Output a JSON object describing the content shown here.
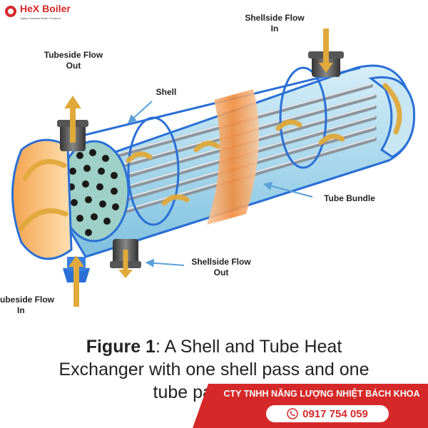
{
  "brand": {
    "name": "HeX Boiler",
    "tagline": "Highly Essential Boiler Solutions"
  },
  "labels": {
    "shellside_in": [
      "Shellside Flow",
      "In"
    ],
    "tubeside_out": [
      "Tubeside Flow",
      "Out"
    ],
    "shell": "Shell",
    "tube_bundle": "Tube Bundle",
    "shellside_out": [
      "Shellside Flow",
      "Out"
    ],
    "tubeside_in": [
      "ubeside Flow",
      "In"
    ]
  },
  "caption": {
    "bold": "Figure 1",
    "line1": ": A Shell and Tube Heat",
    "line2": "Exchanger with one shell pass and one",
    "line3": "tube pass (cros"
  },
  "company": {
    "name": "CTY TNHH NĂNG LƯỢNG NHIỆT BÁCH KHOA",
    "phone": "0917 754 059"
  },
  "colors": {
    "brand_red": "#d62828",
    "shell_blue": "#2a6fd6",
    "shell_fill": "#a9d8ec",
    "tube_gray": "#9aa3ab",
    "flow_arrow": "#e0a93a",
    "baffle_band": "#f2a35f"
  },
  "icons": {
    "brand_logo": "hex-boiler-logo-icon",
    "phone": "phone-icon"
  }
}
